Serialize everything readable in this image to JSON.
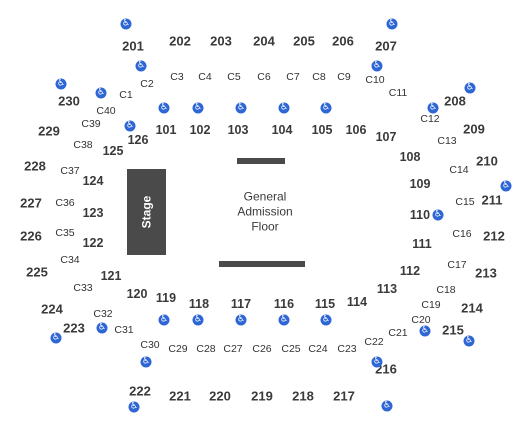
{
  "stage_label": "Stage",
  "floor_label": "General\nAdmission\nFloor",
  "accessibility_icon": "wheelchair-icon",
  "colors": {
    "stage": "#4a4a4a",
    "accessible": "#2e66d6",
    "text": "#3a3a3a"
  },
  "sections_200": [
    "201",
    "202",
    "203",
    "204",
    "205",
    "206",
    "207",
    "208",
    "209",
    "210",
    "211",
    "212",
    "213",
    "214",
    "215",
    "216",
    "217",
    "218",
    "219",
    "220",
    "221",
    "222",
    "223",
    "224",
    "225",
    "226",
    "227",
    "228",
    "229",
    "230"
  ],
  "sections_100": [
    "101",
    "102",
    "103",
    "104",
    "105",
    "106",
    "107",
    "108",
    "109",
    "110",
    "111",
    "112",
    "113",
    "114",
    "115",
    "116",
    "117",
    "118",
    "119",
    "120",
    "121",
    "122",
    "123",
    "124",
    "125",
    "126"
  ],
  "club_sections": [
    "C1",
    "C2",
    "C3",
    "C4",
    "C5",
    "C6",
    "C7",
    "C8",
    "C9",
    "C10",
    "C11",
    "C12",
    "C13",
    "C14",
    "C15",
    "C16",
    "C17",
    "C18",
    "C19",
    "C20",
    "C21",
    "C22",
    "C23",
    "C24",
    "C25",
    "C26",
    "C27",
    "C28",
    "C29",
    "C30",
    "C31",
    "C32",
    "C33",
    "C34",
    "C35",
    "C36",
    "C37",
    "C38",
    "C39",
    "C40"
  ]
}
